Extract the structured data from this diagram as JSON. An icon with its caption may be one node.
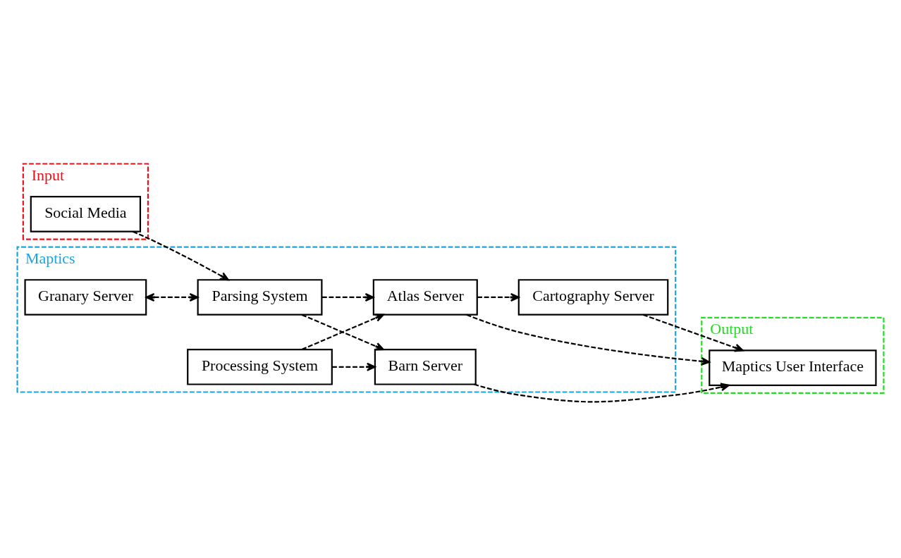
{
  "diagram": {
    "nodes": [
      {
        "text": [
          "Input"
        ]
      },
      {
        "text": [
          "Social Media"
        ],
        "in": 0
      },
      {
        "text": [
          "Maptics"
        ]
      },
      {
        "text": [
          "Granary Server"
        ],
        "in": 2
      },
      {
        "text": [
          "Parsing System"
        ],
        "in": 2
      },
      {
        "text": [
          "Barn Server"
        ],
        "in": 2
      },
      {
        "text": [
          "Processing System"
        ],
        "in": 2
      },
      {
        "text": [
          "Atlas Server"
        ],
        "in": 2
      },
      {
        "text": [
          "Cartography Server"
        ],
        "in": 2
      },
      {
        "text": [
          "Output"
        ]
      },
      {
        "text": [
          "Maptics User Interface"
        ],
        "in": 9
      }
    ],
    "edges": [
      {
        "from": 1,
        "to": 4,
        "arrow": "to",
        "style": "dashed"
      },
      {
        "from": 3,
        "to": 4,
        "arrow": "both",
        "style": "dashed"
      },
      {
        "from": 4,
        "to": 5,
        "arrow": "to",
        "style": "dashed"
      },
      {
        "from": 4,
        "to": 7,
        "arrow": "to",
        "style": "dashed"
      },
      {
        "from": 6,
        "to": 5,
        "arrow": "to",
        "style": "dashed"
      },
      {
        "from": 6,
        "to": 7,
        "arrow": "to",
        "style": "dashed"
      },
      {
        "from": 7,
        "to": 8,
        "arrow": "to",
        "style": "dashed"
      },
      {
        "from": 5,
        "to": 10,
        "arrow": "to",
        "style": "dashed"
      },
      {
        "from": 7,
        "to": 10,
        "arrow": "to",
        "style": "dashed"
      },
      {
        "from": 8,
        "to": 10,
        "arrow": "to",
        "style": "dashed"
      }
    ]
  }
}
